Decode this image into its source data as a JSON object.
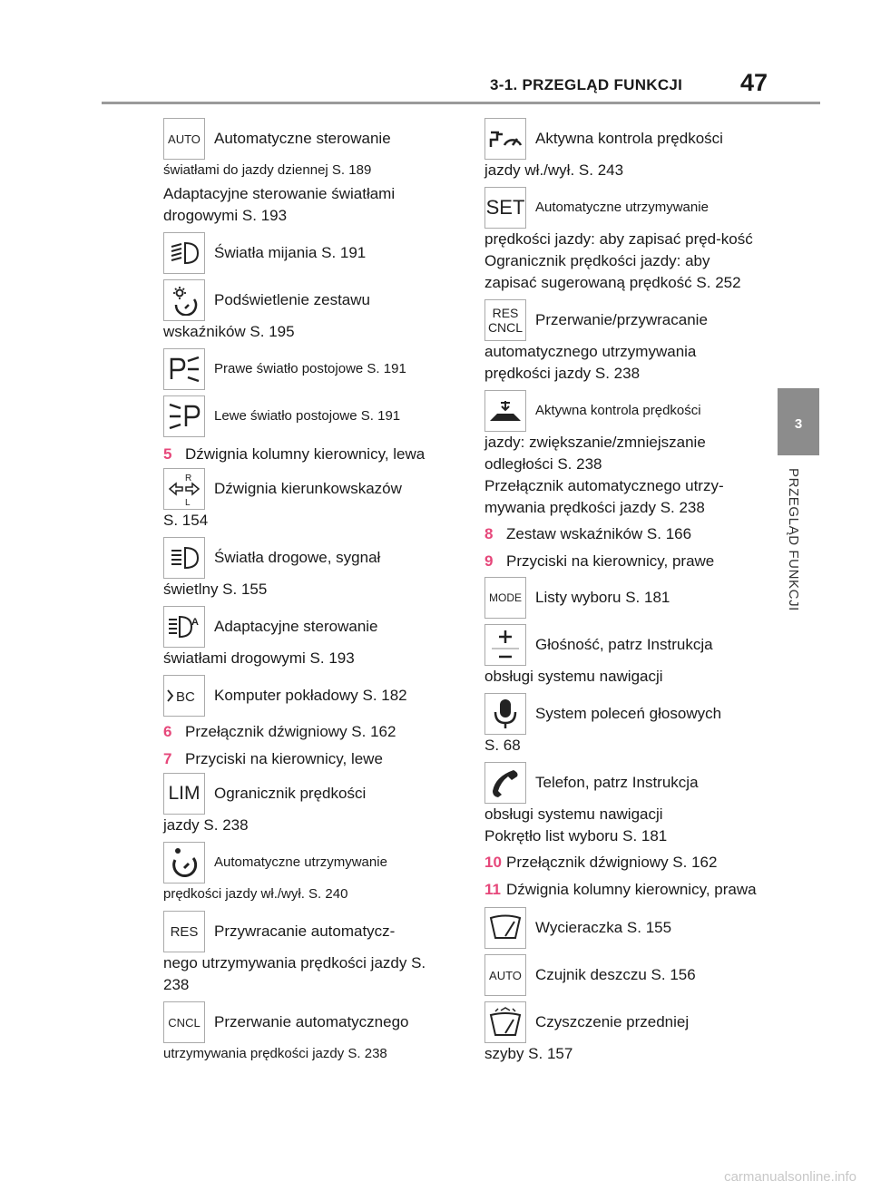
{
  "header": {
    "title": "3-1. PRZEGLĄD FUNKCJI",
    "page": "47"
  },
  "side_tab": {
    "number": "3",
    "label": "PRZEGLĄD FUNKCJI"
  },
  "left": {
    "e1": {
      "icon": "AUTO",
      "first": "Automatyczne sterowanie",
      "cont": "światłami do jazdy dziennej S. 189"
    },
    "p1": "Adaptacyjne sterowanie światłami drogowymi S. 193",
    "e2": {
      "first": "Światła mijania S. 191"
    },
    "e3": {
      "first": "Podświetlenie zestawu",
      "cont": "wskaźników S. 195"
    },
    "e4": {
      "first": "Prawe światło postojowe S. 191"
    },
    "e5": {
      "first": "Lewe światło postojowe S. 191"
    },
    "i5": {
      "num": "5",
      "text": "Dźwignia kolumny kierownicy, lewa"
    },
    "e6": {
      "first": "Dźwignia kierunkowskazów",
      "cont": "S. 154"
    },
    "e7": {
      "first": "Światła drogowe, sygnał",
      "cont": "świetlny S. 155"
    },
    "e8": {
      "first": "Adaptacyjne sterowanie",
      "cont": "światłami drogowymi S. 193"
    },
    "e9": {
      "icon": "BC",
      "first": "Komputer pokładowy S. 182"
    },
    "i6": {
      "num": "6",
      "text": "Przełącznik dźwigniowy S. 162"
    },
    "i7": {
      "num": "7",
      "text": "Przyciski na kierownicy, lewe"
    },
    "e10": {
      "icon": "LIM",
      "first": "Ogranicznik prędkości",
      "cont": "jazdy S. 238"
    },
    "e11": {
      "first": "Automatyczne utrzymywanie",
      "cont": "prędkości jazdy wł./wył. S. 240"
    },
    "e12": {
      "icon": "RES",
      "first": "Przywracanie automatycz-",
      "cont": "nego utrzymywania prędkości jazdy S. 238"
    },
    "e13": {
      "icon": "CNCL",
      "first": "Przerwanie automatycznego",
      "cont": "utrzymywania prędkości jazdy S. 238"
    }
  },
  "right": {
    "e1": {
      "first": "Aktywna kontrola prędkości",
      "cont": "jazdy wł./wył. S. 243"
    },
    "e2": {
      "icon": "SET",
      "first": "Automatyczne utrzymywanie",
      "cont": "prędkości jazdy: aby zapisać pręd-kość"
    },
    "p1": "Ogranicznik prędkości jazdy: aby zapisać sugerowaną prędkość S. 252",
    "e3": {
      "icon_top": "RES",
      "icon_bottom": "CNCL",
      "first": "Przerwanie/przywracanie",
      "cont": "automatycznego utrzymywania prędkości jazdy S. 238"
    },
    "e4": {
      "first": "Aktywna kontrola prędkości",
      "cont": "jazdy: zwiększanie/zmniejszanie odległości S. 238"
    },
    "p2": "Przełącznik automatycznego utrzy-mywania prędkości jazdy S. 238",
    "i8": {
      "num": "8",
      "text": "Zestaw wskaźników S. 166"
    },
    "i9": {
      "num": "9",
      "text": "Przyciski na kierownicy, prawe"
    },
    "e5": {
      "icon": "MODE",
      "first": "Listy wyboru S. 181"
    },
    "e6": {
      "first": "Głośność, patrz Instrukcja",
      "cont": "obsługi systemu nawigacji"
    },
    "e7": {
      "first": "System poleceń głosowych",
      "cont": "S. 68"
    },
    "e8": {
      "first": "Telefon, patrz Instrukcja",
      "cont": "obsługi systemu nawigacji"
    },
    "p3": "Pokrętło list wyboru S. 181",
    "i10": {
      "num": "10",
      "text": "Przełącznik dźwigniowy S. 162"
    },
    "i11": {
      "num": "11",
      "text": "Dźwignia kolumny kierownicy, prawa"
    },
    "e9": {
      "first": "Wycieraczka S. 155"
    },
    "e10": {
      "icon": "AUTO",
      "first": "Czujnik deszczu S. 156"
    },
    "e11": {
      "first": "Czyszczenie przedniej",
      "cont": "szyby S. 157"
    }
  },
  "footer": "carmanualsonline.info"
}
